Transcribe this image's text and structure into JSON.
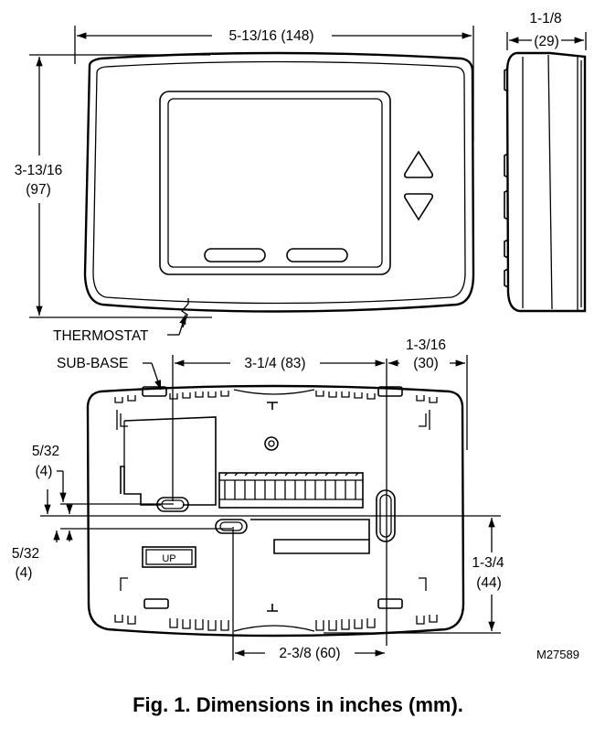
{
  "labels": {
    "thermostat": "THERMOSTAT",
    "sub_base": "SUB-BASE",
    "up": "UP"
  },
  "dimensions": {
    "width_top": "5-13/16 (148)",
    "height_left_in": "3-13/16",
    "height_left_mm": "(97)",
    "depth_in": "1-1/8",
    "depth_mm": "(29)",
    "sub_span": "3-1/4 (83)",
    "sub_right_in": "1-3/16",
    "sub_right_mm": "(30)",
    "upper_offset_in": "5/32",
    "upper_offset_mm": "(4)",
    "lower_offset_in": "5/32",
    "lower_offset_mm": "(4)",
    "vertical_in": "1-3/4",
    "vertical_mm": "(44)",
    "bottom_span": "2-3/8 (60)"
  },
  "figure_code": "M27589",
  "caption": "Fig. 1. Dimensions in inches (mm)."
}
